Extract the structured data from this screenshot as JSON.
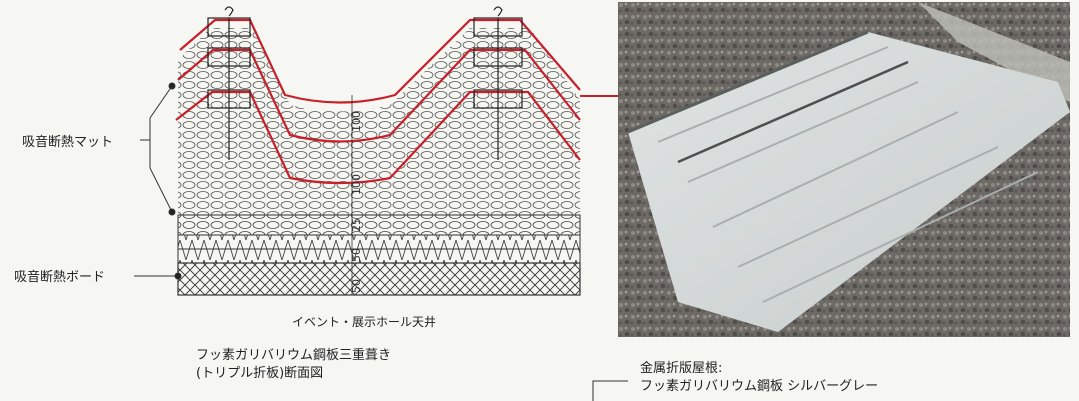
{
  "labels": {
    "mat": "吸音断熱マット",
    "board": "吸音断熱ボード",
    "ceiling": "イベント・展示ホール天井"
  },
  "dimensions": {
    "d1": "100",
    "d2": "100",
    "d3": "25",
    "d4": "50",
    "d5": "50"
  },
  "captions": {
    "section_line1": "フッ素ガリバリウム鋼板三重葺き",
    "section_line2": "(トリプル折板)断面図",
    "roof_line1": "金属折版屋根:",
    "roof_line2": "フッ素ガリバリウム鋼板 シルバーグレー"
  },
  "colors": {
    "steel_red": "#c8202a",
    "line": "#333333"
  }
}
